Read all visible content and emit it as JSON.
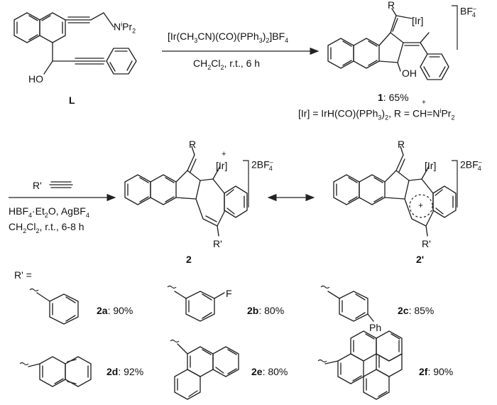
{
  "top_reaction": {
    "start_label": "L",
    "start_atoms": {
      "amine": "N",
      "amine_sub": "i",
      "amine_rest": "Pr",
      "amine_sub2": "2",
      "hydroxyl": "HO"
    },
    "reagent_line1": "[Ir(CH",
    "reagent_line1_sub": "3",
    "reagent_line1_b": "CN)(CO)(PPh",
    "reagent_line1_sub2": "3",
    "reagent_line1_c": ")",
    "reagent_line1_sub3": "2",
    "reagent_line1_d": "]BF",
    "reagent_line1_sub4": "4",
    "conditions_a": "CH",
    "conditions_sub1": "2",
    "conditions_b": "Cl",
    "conditions_sub2": "2",
    "conditions_c": ", r.t., 6 h",
    "product_counterion": "BF",
    "product_counterion_sub": "4",
    "product_counterion_sup": "–",
    "product_atoms": {
      "r": "R",
      "ir": "[Ir]",
      "oh": "OH"
    },
    "product_number": "1",
    "product_yield": ": 65%",
    "def_a": "[Ir] = IrH(CO)(PPh",
    "def_sub1": "3",
    "def_b": ")",
    "def_sub2": "2",
    "def_c": ", R = CH=N",
    "def_sup": "+",
    "def_sup2": "i",
    "def_d": "Pr",
    "def_sub3": "2"
  },
  "bottom_reaction": {
    "alkyne_label": "R'",
    "cond1_a": "HBF",
    "cond1_sub1": "4",
    "cond1_b": "·Et",
    "cond1_sub2": "2",
    "cond1_c": "O, AgBF",
    "cond1_sub3": "4",
    "cond2_a": "CH",
    "cond2_sub1": "2",
    "cond2_b": "Cl",
    "cond2_sub2": "2",
    "cond2_c": ", r.t., 6-8 h",
    "prod2": {
      "r": "R",
      "plus": "+",
      "ir": "[Ir]",
      "rprime": "R'",
      "counter_a": "2BF",
      "counter_sub": "4",
      "counter_sup": "–",
      "label": "2"
    },
    "prod2p": {
      "r": "R",
      "ir": "[Ir]",
      "plus": "+",
      "rprime": "R'",
      "counter_a": "2BF",
      "counter_sub": "4",
      "counter_sup": "–",
      "label": "2'"
    }
  },
  "substituents": {
    "header": "R' =",
    "items": [
      {
        "id": "2a",
        "yield": ": 90%"
      },
      {
        "id": "2b",
        "yield": ": 80%",
        "atom": "F"
      },
      {
        "id": "2c",
        "yield": ": 85%",
        "atom": "Ph"
      },
      {
        "id": "2d",
        "yield": ": 92%"
      },
      {
        "id": "2e",
        "yield": ": 80%"
      },
      {
        "id": "2f",
        "yield": ": 90%"
      }
    ]
  }
}
